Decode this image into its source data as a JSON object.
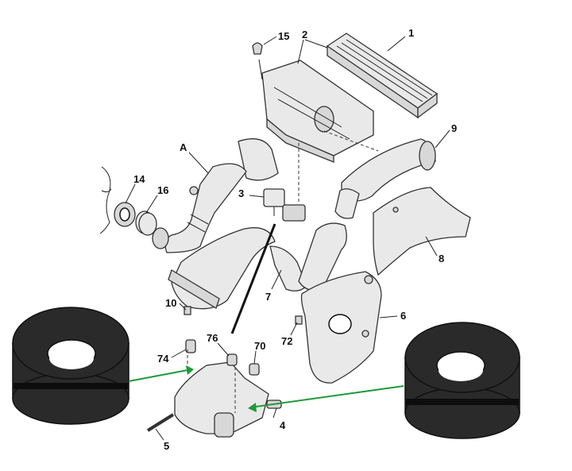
{
  "labels": {
    "l1": "1",
    "l2": "2",
    "l15": "15",
    "lA": "A",
    "l9": "9",
    "l14": "14",
    "l16": "16",
    "l3": "3",
    "l8": "8",
    "l7": "7",
    "l10": "10",
    "l6": "6",
    "l74": "74",
    "l76": "76",
    "l70": "70",
    "l72": "72",
    "l4": "4",
    "l5": "5"
  },
  "colors": {
    "arrow": "#1f9a3a",
    "grommet": "#2a2a2a"
  }
}
